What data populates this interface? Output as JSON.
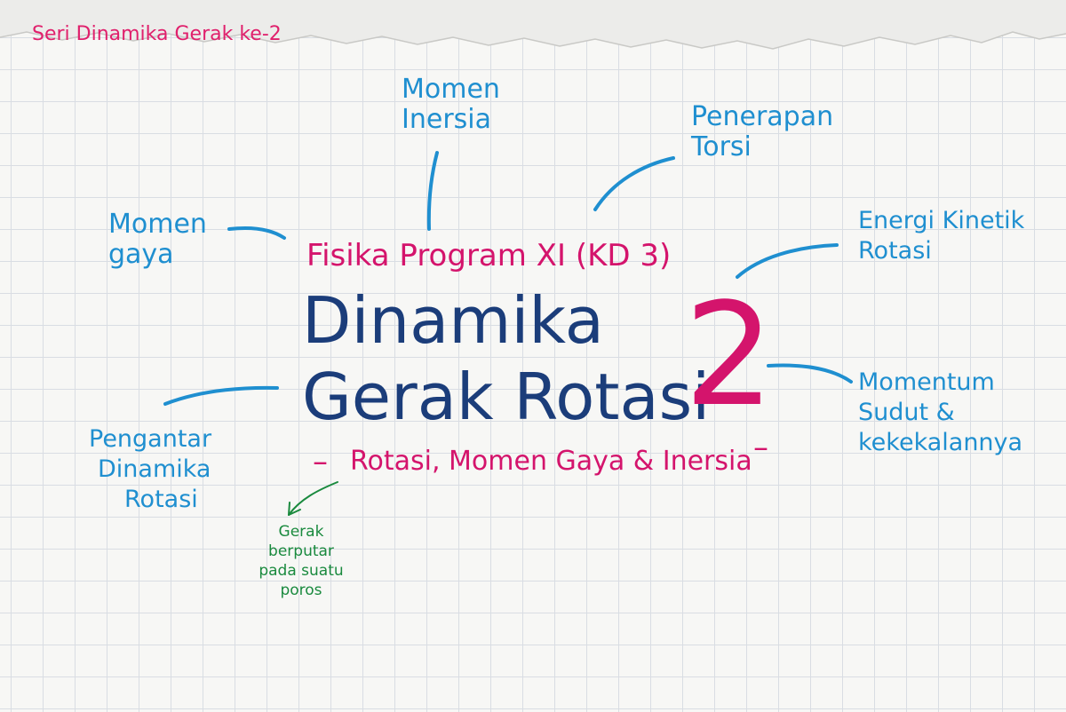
{
  "series": "Seri Dinamika Gerak ke-2",
  "program": "Fisika Program XI (KD 3)",
  "title_line1": "Dinamika",
  "title_line2": "Gerak Rotasi",
  "number": "2",
  "subtitle": "Rotasi, Momen Gaya & Inersia",
  "subtitle_dash_left": "–",
  "subtitle_dash_right": "–",
  "note": {
    "line1": "Gerak",
    "line2": "berputar",
    "line3": "pada suatu",
    "line4": "poros"
  },
  "branches": {
    "momen_gaya": {
      "line1": "Momen",
      "line2": "gaya"
    },
    "momen_inersia": {
      "line1": "Momen",
      "line2": "Inersia"
    },
    "penerapan_torsi": {
      "line1": "Penerapan",
      "line2": "Torsi"
    },
    "energi_kinetik": {
      "line1": "Energi Kinetik",
      "line2": "Rotasi"
    },
    "momentum_sudut": {
      "line1": "Momentum",
      "line2": "Sudut &",
      "line3": "kekekalannya"
    },
    "pengantar": {
      "line1": "Pengantar",
      "line2": "Dinamika",
      "line3": "Rotasi"
    }
  },
  "colors": {
    "blue": "#1f8fd0",
    "pink": "#d4146c",
    "navy": "#1b3d7a",
    "green": "#1a8a3e",
    "grid": "#d9dde3"
  }
}
